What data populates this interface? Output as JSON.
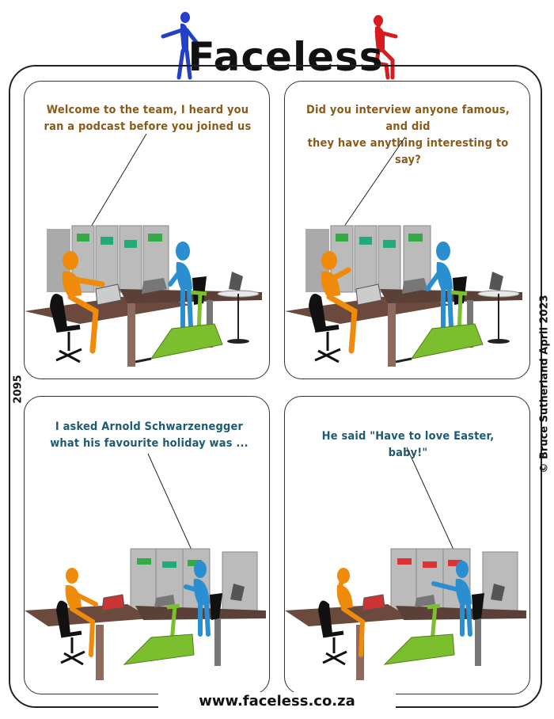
{
  "header": {
    "title": "Faceless"
  },
  "strip": {
    "number": "2095",
    "credit": "© Bruce Sutherland April 2023"
  },
  "footer": {
    "url": "www.faceless.co.za"
  },
  "panels": [
    {
      "line1": "Welcome to the team, I heard you",
      "line2": "ran a podcast before you joined us"
    },
    {
      "line1": "Did you interview anyone famous, and did",
      "line2": "they have anything interesting to say?"
    },
    {
      "line1": "I asked Arnold Schwarzenegger",
      "line2": "what his favourite holiday was ..."
    },
    {
      "line1": "He said \"Have to love Easter, baby!\"",
      "line2": ""
    }
  ],
  "colors": {
    "orange_figure": "#f08a0a",
    "blue_figure": "#2a8fd0",
    "brown_text": "#8a5a1a",
    "teal_text": "#1e5a73",
    "desk": "#5a4036",
    "rack": "#b9b9b9",
    "pallet_jack": "#7cbf2e"
  }
}
